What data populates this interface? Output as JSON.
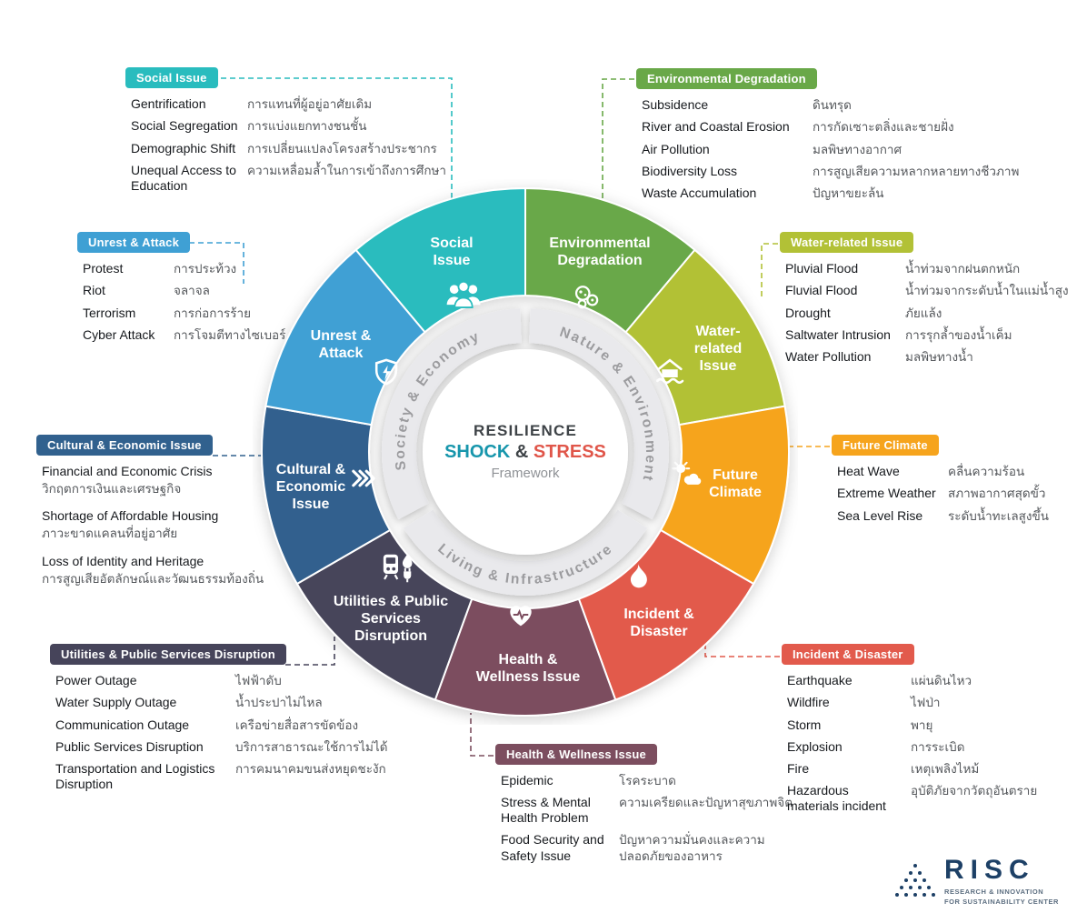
{
  "title": "Resilience Shock & Stress Framework",
  "center": {
    "line1": "RESILIENCE",
    "shock": "SHOCK",
    "amp": " & ",
    "stress": "STRESS",
    "line3": "Framework",
    "shock_color": "#1796AC",
    "stress_color": "#E0564A",
    "text_color": "#3E4347"
  },
  "ring_groups": [
    {
      "id": "society-economy",
      "label": "Society & Economy"
    },
    {
      "id": "nature-environment",
      "label": "Nature & Environment"
    },
    {
      "id": "living-infrastructure",
      "label": "Living & Infrastructure"
    }
  ],
  "segments": [
    {
      "id": "social-issue",
      "label": [
        "Social",
        "Issue"
      ],
      "color": "#29BCBE",
      "icon": "people-icon"
    },
    {
      "id": "environmental-degradation",
      "label": [
        "Environmental",
        "Degradation"
      ],
      "color": "#69A848",
      "icon": "cells-icon"
    },
    {
      "id": "water-related-issue",
      "label": [
        "Water-",
        "related",
        "Issue"
      ],
      "color": "#B2C136",
      "icon": "flood-house-icon"
    },
    {
      "id": "future-climate",
      "label": [
        "Future",
        "Climate"
      ],
      "color": "#F6A41D",
      "icon": "sun-cloud-icon"
    },
    {
      "id": "incident-disaster",
      "label": [
        "Incident &",
        "Disaster"
      ],
      "color": "#E25A4C",
      "icon": "flame-icon"
    },
    {
      "id": "health-wellness-issue",
      "label": [
        "Health &",
        "Wellness Issue"
      ],
      "color": "#7C4E5F",
      "icon": "heart-pulse-icon"
    },
    {
      "id": "utilities-disruption",
      "label": [
        "Utilities & Public",
        "Services",
        "Disruption"
      ],
      "color": "#46445A",
      "icon": "train-plug-icon"
    },
    {
      "id": "cultural-economic-issue",
      "label": [
        "Cultural &",
        "Economic",
        "Issue"
      ],
      "color": "#31618E",
      "icon": "chevrons-icon"
    },
    {
      "id": "unrest-attack",
      "label": [
        "Unrest &",
        "Attack"
      ],
      "color": "#3FA0D4",
      "icon": "shield-bolt-icon"
    }
  ],
  "callouts": [
    {
      "id": "social-issue",
      "title": "Social Issue",
      "color": "#29BCBE",
      "items": [
        {
          "en": "Gentrification",
          "th": "การแทนที่ผู้อยู่อาศัยเดิม"
        },
        {
          "en": "Social Segregation",
          "th": "การแบ่งแยกทางชนชั้น"
        },
        {
          "en": "Demographic Shift",
          "th": "การเปลี่ยนแปลงโครงสร้างประชากร"
        },
        {
          "en": "Unequal Access to Education",
          "th": "ความเหลื่อมล้ำในการเข้าถึงการศึกษา"
        }
      ]
    },
    {
      "id": "environmental-degradation",
      "title": "Environmental Degradation",
      "color": "#69A848",
      "items": [
        {
          "en": "Subsidence",
          "th": "ดินทรุด"
        },
        {
          "en": "River and Coastal Erosion",
          "th": "การกัดเซาะตลิ่งและชายฝั่ง"
        },
        {
          "en": "Air Pollution",
          "th": "มลพิษทางอากาศ"
        },
        {
          "en": "Biodiversity Loss",
          "th": "การสูญเสียความหลากหลายทางชีวภาพ"
        },
        {
          "en": "Waste Accumulation",
          "th": "ปัญหาขยะล้น"
        }
      ]
    },
    {
      "id": "unrest-attack",
      "title": "Unrest & Attack",
      "color": "#3FA0D4",
      "items": [
        {
          "en": "Protest",
          "th": "การประท้วง"
        },
        {
          "en": "Riot",
          "th": "จลาจล"
        },
        {
          "en": "Terrorism",
          "th": "การก่อการร้าย"
        },
        {
          "en": "Cyber Attack",
          "th": "การโจมตีทางไซเบอร์"
        }
      ]
    },
    {
      "id": "water-related-issue",
      "title": "Water-related Issue",
      "color": "#B2C136",
      "items": [
        {
          "en": "Pluvial Flood",
          "th": "น้ำท่วมจากฝนตกหนัก"
        },
        {
          "en": "Fluvial Flood",
          "th": "น้ำท่วมจากระดับน้ำในแม่น้ำสูง"
        },
        {
          "en": "Drought",
          "th": "ภัยแล้ง"
        },
        {
          "en": "Saltwater Intrusion",
          "th": "การรุกล้ำของน้ำเค็ม"
        },
        {
          "en": "Water Pollution",
          "th": "มลพิษทางน้ำ"
        }
      ]
    },
    {
      "id": "cultural-economic-issue",
      "title": "Cultural & Economic Issue",
      "color": "#31618E",
      "items": [
        {
          "en": "Financial and Economic Crisis",
          "th": "วิกฤตการเงินและเศรษฐกิจ"
        },
        {
          "en": "Shortage of Affordable Housing",
          "th": "ภาวะขาดแคลนที่อยู่อาศัย"
        },
        {
          "en": "Loss of Identity and Heritage",
          "th": "การสูญเสียอัตลักษณ์และวัฒนธรรมท้องถิ่น"
        }
      ]
    },
    {
      "id": "future-climate",
      "title": "Future Climate",
      "color": "#F6A41D",
      "items": [
        {
          "en": "Heat Wave",
          "th": "คลื่นความร้อน"
        },
        {
          "en": "Extreme Weather",
          "th": "สภาพอากาศสุดขั้ว"
        },
        {
          "en": "Sea Level Rise",
          "th": "ระดับน้ำทะเลสูงขึ้น"
        }
      ]
    },
    {
      "id": "utilities-disruption",
      "title": "Utilities & Public Services Disruption",
      "color": "#46445A",
      "items": [
        {
          "en": "Power Outage",
          "th": "ไฟฟ้าดับ"
        },
        {
          "en": "Water Supply Outage",
          "th": "น้ำประปาไม่ไหล"
        },
        {
          "en": "Communication Outage",
          "th": "เครือข่ายสื่อสารขัดข้อง"
        },
        {
          "en": "Public Services Disruption",
          "th": "บริการสาธารณะใช้การไม่ได้"
        },
        {
          "en": "Transportation and Logistics Disruption",
          "th": "การคมนาคมขนส่งหยุดชะงัก"
        }
      ]
    },
    {
      "id": "health-wellness-issue",
      "title": "Health & Wellness Issue",
      "color": "#7C4E5F",
      "items": [
        {
          "en": "Epidemic",
          "th": "โรคระบาด"
        },
        {
          "en": "Stress & Mental Health Problem",
          "th": "ความเครียดและปัญหาสุขภาพจิต"
        },
        {
          "en": "Food Security and Safety Issue",
          "th": "ปัญหาความมั่นคงและความปลอดภัยของอาหาร"
        }
      ]
    },
    {
      "id": "incident-disaster",
      "title": "Incident & Disaster",
      "color": "#E25A4C",
      "items": [
        {
          "en": "Earthquake",
          "th": "แผ่นดินไหว"
        },
        {
          "en": "Wildfire",
          "th": "ไฟป่า"
        },
        {
          "en": "Storm",
          "th": "พายุ"
        },
        {
          "en": "Explosion",
          "th": "การระเบิด"
        },
        {
          "en": "Fire",
          "th": "เหตุเพลิงไหม้"
        },
        {
          "en": "Hazardous materials incident",
          "th": "อุบัติภัยจากวัตถุอันตราย"
        }
      ]
    }
  ],
  "logo": {
    "name": "RISC",
    "tagline1": "RESEARCH & INNOVATION",
    "tagline2": "FOR SUSTAINABILITY CENTER"
  }
}
